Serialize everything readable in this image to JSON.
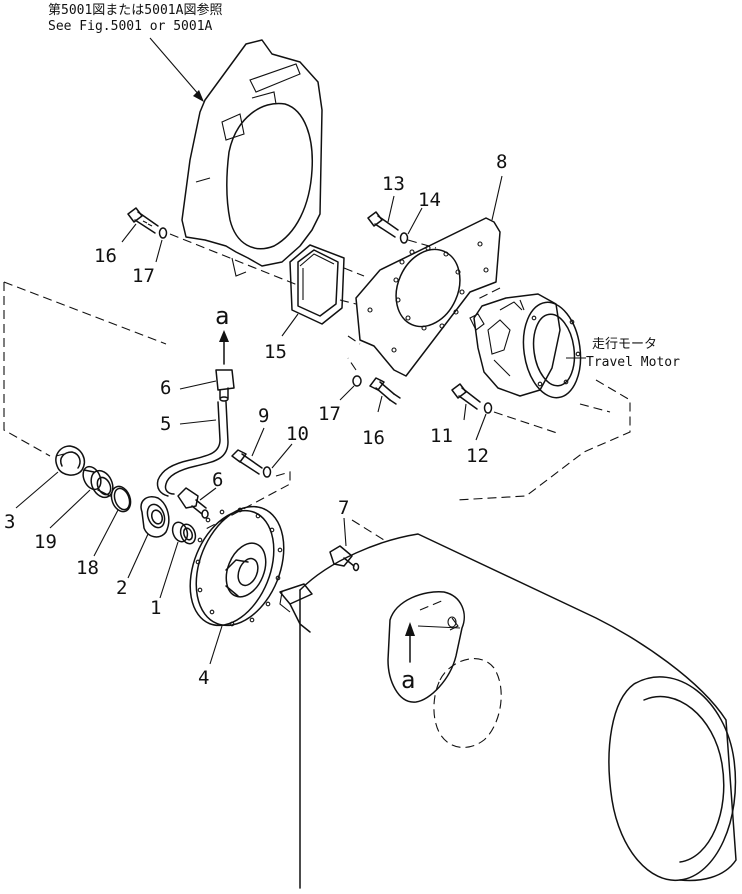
{
  "reference_note": {
    "line1": "第5001図または5001A図参照",
    "line2": "See Fig.5001 or 5001A"
  },
  "travel_motor": {
    "jp": "走行モータ",
    "en": "Travel Motor"
  },
  "markers": {
    "a_top": "a",
    "a_drum": "a"
  },
  "callouts": [
    {
      "id": "1",
      "text": "1"
    },
    {
      "id": "2",
      "text": "2"
    },
    {
      "id": "3",
      "text": "3"
    },
    {
      "id": "4",
      "text": "4"
    },
    {
      "id": "5",
      "text": "5"
    },
    {
      "id": "6a",
      "text": "6"
    },
    {
      "id": "6b",
      "text": "6"
    },
    {
      "id": "7",
      "text": "7"
    },
    {
      "id": "8",
      "text": "8"
    },
    {
      "id": "9",
      "text": "9"
    },
    {
      "id": "10",
      "text": "10"
    },
    {
      "id": "11",
      "text": "11"
    },
    {
      "id": "12",
      "text": "12"
    },
    {
      "id": "13",
      "text": "13"
    },
    {
      "id": "14",
      "text": "14"
    },
    {
      "id": "15",
      "text": "15"
    },
    {
      "id": "16a",
      "text": "16"
    },
    {
      "id": "16b",
      "text": "16"
    },
    {
      "id": "17a",
      "text": "17"
    },
    {
      "id": "17b",
      "text": "17"
    },
    {
      "id": "18",
      "text": "18"
    },
    {
      "id": "19",
      "text": "19"
    }
  ]
}
